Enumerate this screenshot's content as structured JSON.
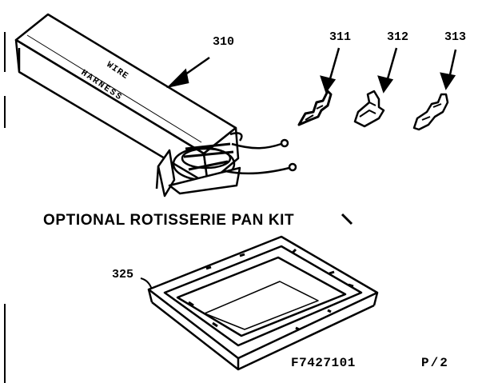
{
  "parts": {
    "p310": "310",
    "p311": "311",
    "p312": "312",
    "p313": "313",
    "p325": "325"
  },
  "box_text": {
    "line1": "WIRE",
    "line2": "HARNESS"
  },
  "kit_title": "OPTIONAL ROTISSERIE PAN KIT",
  "drawing_number": "F7427101",
  "page": "P/2"
}
